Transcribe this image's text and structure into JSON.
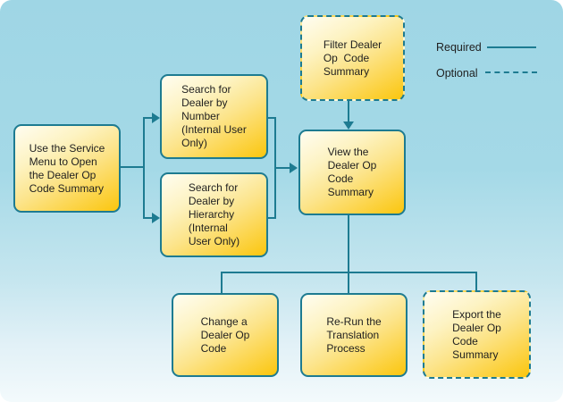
{
  "diagram": {
    "legend": {
      "required": "Required",
      "optional": "Optional"
    },
    "nodes": {
      "start": {
        "label": "Use the Service\nMenu to Open\nthe Dealer Op\nCode Summary",
        "style": "required"
      },
      "search_number": {
        "label": "Search for\nDealer by\nNumber\n(Internal User\nOnly)",
        "style": "required"
      },
      "search_hierarchy": {
        "label": "Search for\nDealer by\nHierarchy\n(Internal\nUser Only)",
        "style": "required"
      },
      "filter": {
        "label": "Filter Dealer\nOp  Code\nSummary",
        "style": "optional"
      },
      "view": {
        "label": "View the\nDealer Op\nCode\nSummary",
        "style": "required"
      },
      "change": {
        "label": "Change a\nDealer Op\nCode",
        "style": "required"
      },
      "rerun": {
        "label": "Re-Run the\nTranslation\nProcess",
        "style": "required"
      },
      "export": {
        "label": "Export the\nDealer Op\nCode\nSummary",
        "style": "optional"
      }
    },
    "colors": {
      "teal": "#1d7b91",
      "background_top": "#9fd6e5",
      "background_bottom": "#f3fafc",
      "box_gold": "#fbc60e",
      "box_cream": "#fffdf1",
      "text": "#1f1f1f"
    }
  }
}
